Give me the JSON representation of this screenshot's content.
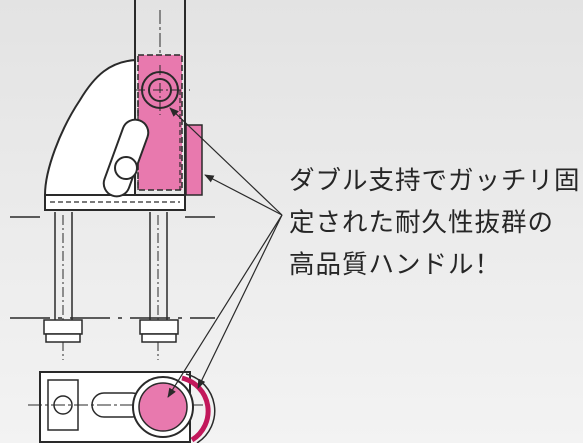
{
  "caption": {
    "lines": [
      "ダブル支持でガッチリ固",
      "定された耐久性抜群の",
      "高品質ハンドル！"
    ]
  },
  "colors": {
    "background": "#e8e8e8",
    "line": "#2a2a2a",
    "highlight": "#e879ae",
    "handle_red": "#c2185b",
    "text": "#262626"
  }
}
